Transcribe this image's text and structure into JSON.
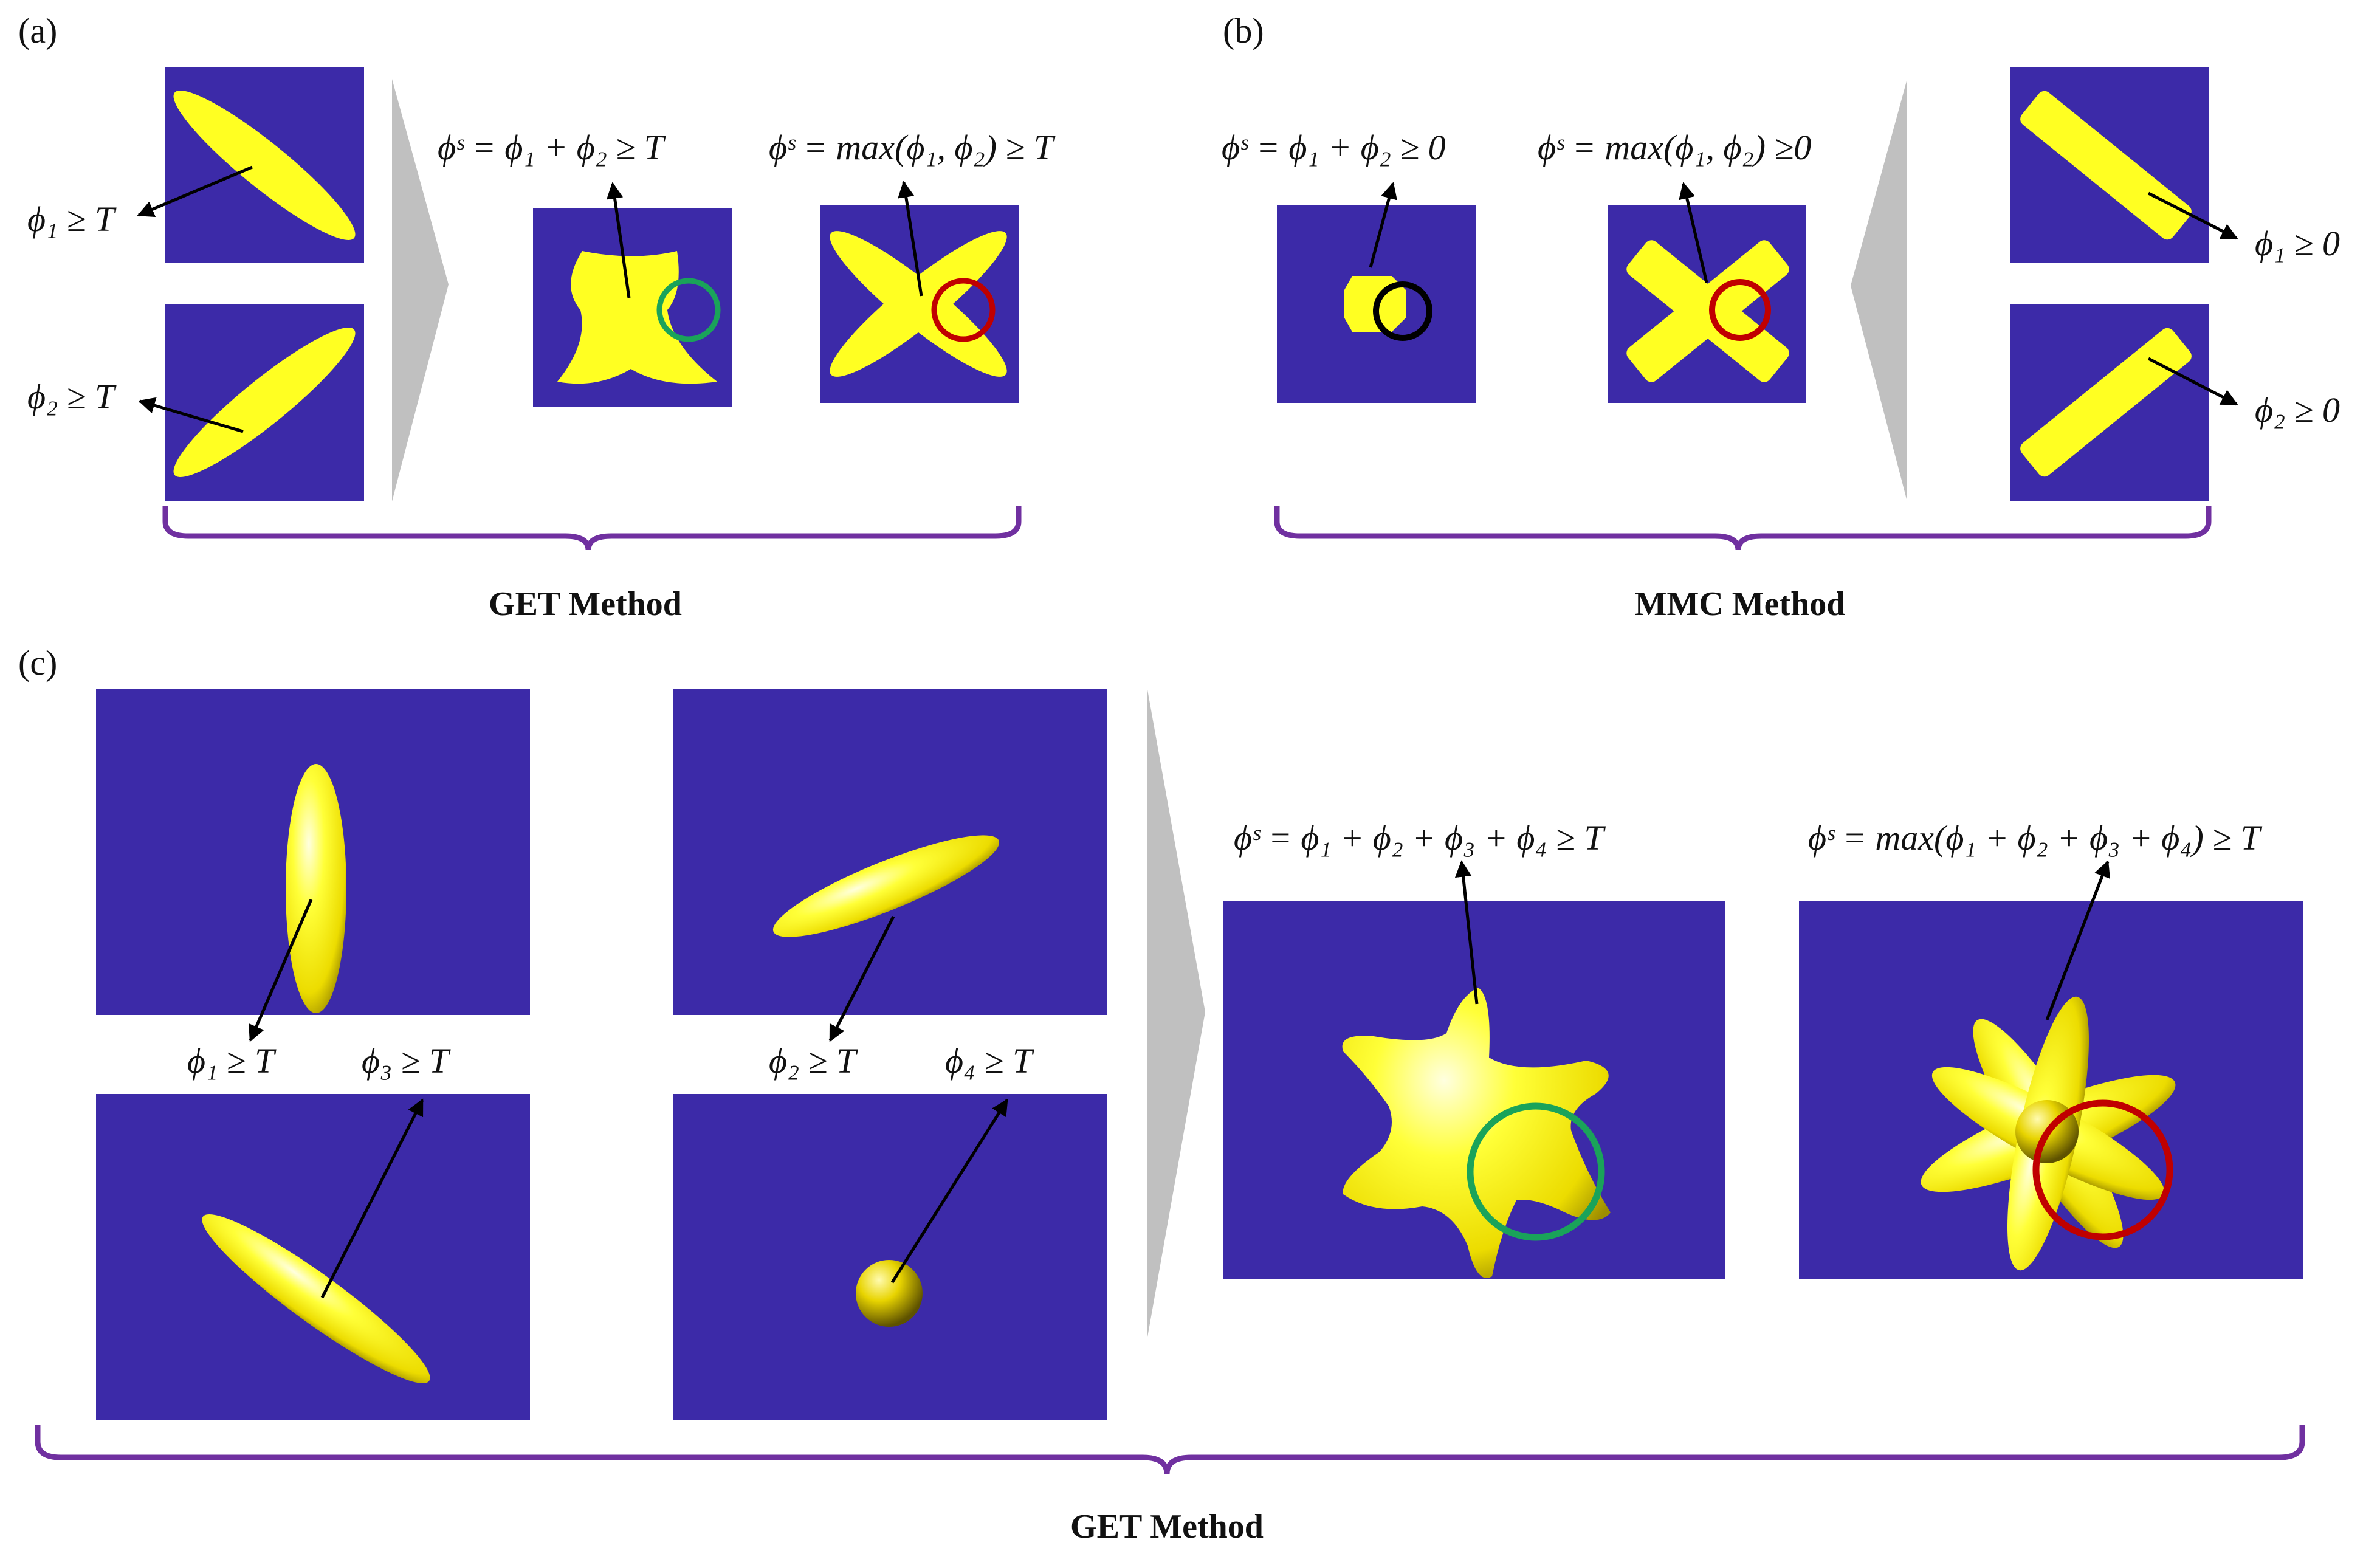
{
  "panels": {
    "a": {
      "label": "(a)",
      "method": "GET Method",
      "inputs": [
        "ϕ₁ ≥ T",
        "ϕ₂ ≥ T"
      ],
      "sum_formula": "ϕˢ = ϕ₁ + ϕ₂ ≥ T",
      "max_formula": "ϕˢ = max(ϕ₁, ϕ₂) ≥ T"
    },
    "b": {
      "label": "(b)",
      "method": "MMC Method",
      "inputs": [
        "ϕ₁ ≥ 0",
        "ϕ₂ ≥ 0"
      ],
      "sum_formula": "ϕˢ = ϕ₁ + ϕ₂ ≥ 0",
      "max_formula": "ϕˢ = max(ϕ₁, ϕ₂) ≥0"
    },
    "c": {
      "label": "(c)",
      "method": "GET Method",
      "inputs": [
        "ϕ₁ ≥ T",
        "ϕ₃ ≥ T",
        "ϕ₂ ≥ T",
        "ϕ₄ ≥ T"
      ],
      "sum_formula": "ϕˢ = ϕ₁ + ϕ₂ + ϕ₃ + ϕ₄ ≥ T",
      "max_formula": "ϕˢ = max(ϕ₁ + ϕ₂ + ϕ₃ + ϕ₄) ≥ T"
    }
  },
  "colors": {
    "background_panel": "#3c2aa8",
    "component": "#ffff22",
    "bracket": "#7030a0",
    "arrow_head": "#c0c0c0",
    "highlight_sum": "#1aa35a",
    "highlight_max": "#c00000",
    "highlight_mmc_sum": "#000000"
  }
}
